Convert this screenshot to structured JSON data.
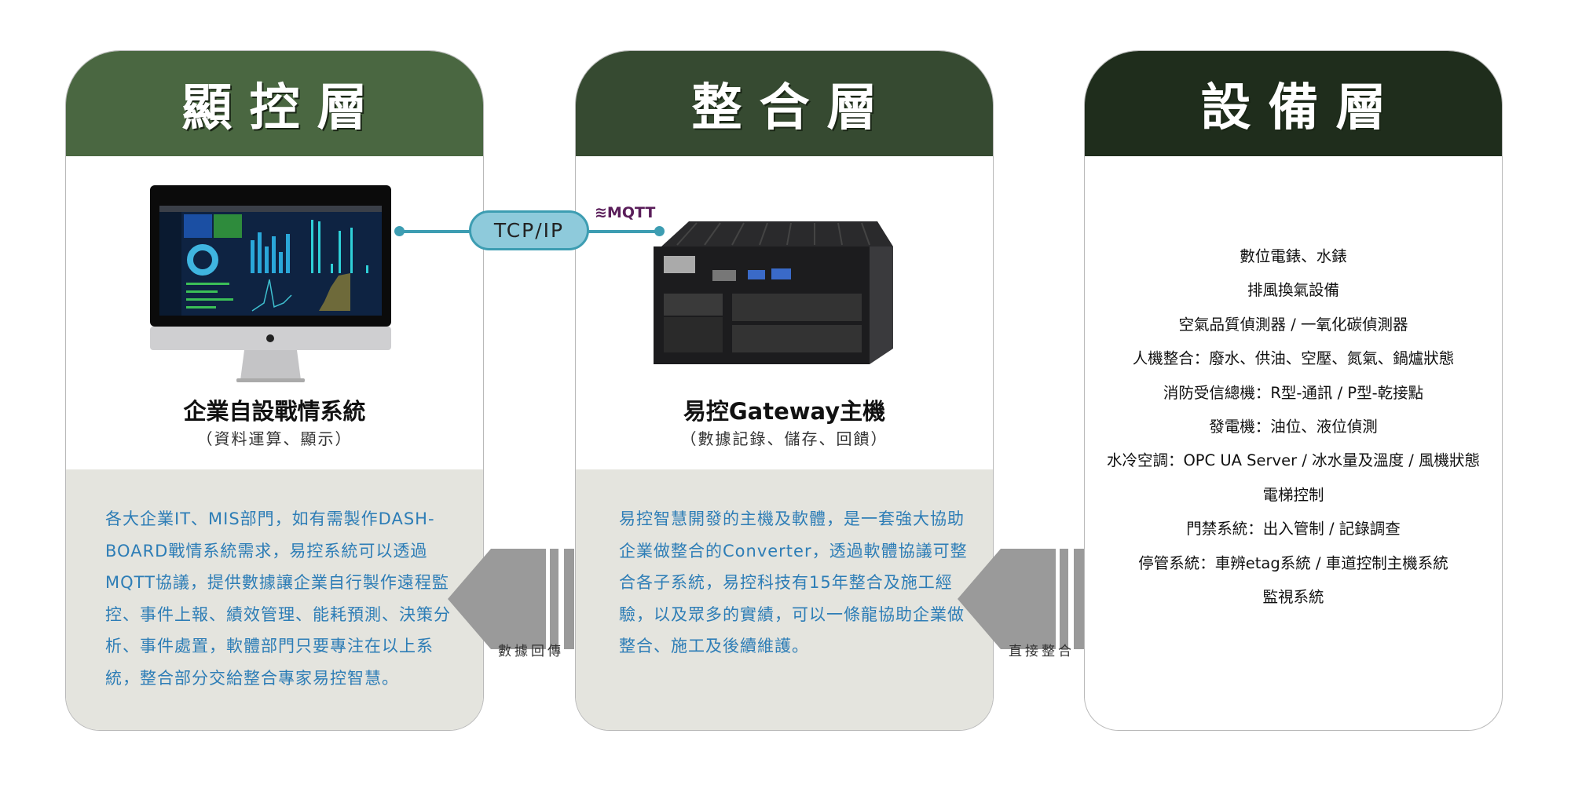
{
  "layers": [
    {
      "header": "顯控層",
      "title": "企業自設戰情系統",
      "subtitle": "（資料運算、顯示）",
      "body": "各大企業IT、MIS部門，如有需製作DASH-BOARD戰情系統需求，易控系統可以透過MQTT協議，提供數據讓企業自行製作遠程監控、事件上報、績效管理、能耗預測、決策分析、事件處置，軟體部門只要專注在以上系統，整合部分交給整合專家易控智慧。"
    },
    {
      "header": "整合層",
      "title": "易控Gateway主機",
      "subtitle": "（數據記錄、儲存、回饋）",
      "body": "易控智慧開發的主機及軟體，是一套強大協助企業做整合的Converter，透過軟體協議可整合各子系統，易控科技有15年整合及施工經驗，以及眾多的實績，可以一條龍協助企業做整合、施工及後續維護。"
    },
    {
      "header": "設備層",
      "items": [
        "數位電錶、水錶",
        "排風換氣設備",
        "空氣品質偵測器 / 一氧化碳偵測器",
        "人機整合：廢水、供油、空壓、氮氣、鍋爐狀態",
        "消防受信總機：R型-通訊 / P型-乾接點",
        "發電機：油位、液位偵測",
        "水冷空調：OPC UA Server / 冰水量及溫度 / 風機狀態",
        "電梯控制",
        "門禁系統：出入管制 / 記錄調查",
        "停管系統：車辨etag系統 / 車道控制主機系統",
        "監視系統"
      ]
    }
  ],
  "connector": {
    "protocol": "TCP/IP",
    "logo": "MQTT"
  },
  "arrows": [
    {
      "label": "數據回傳"
    },
    {
      "label": "直接整合"
    }
  ],
  "colors": {
    "header1": "#4a6741",
    "header2": "#364a31",
    "header3": "#1f2d1c",
    "accent": "#3d9db2",
    "body_text": "#2d7db6"
  }
}
